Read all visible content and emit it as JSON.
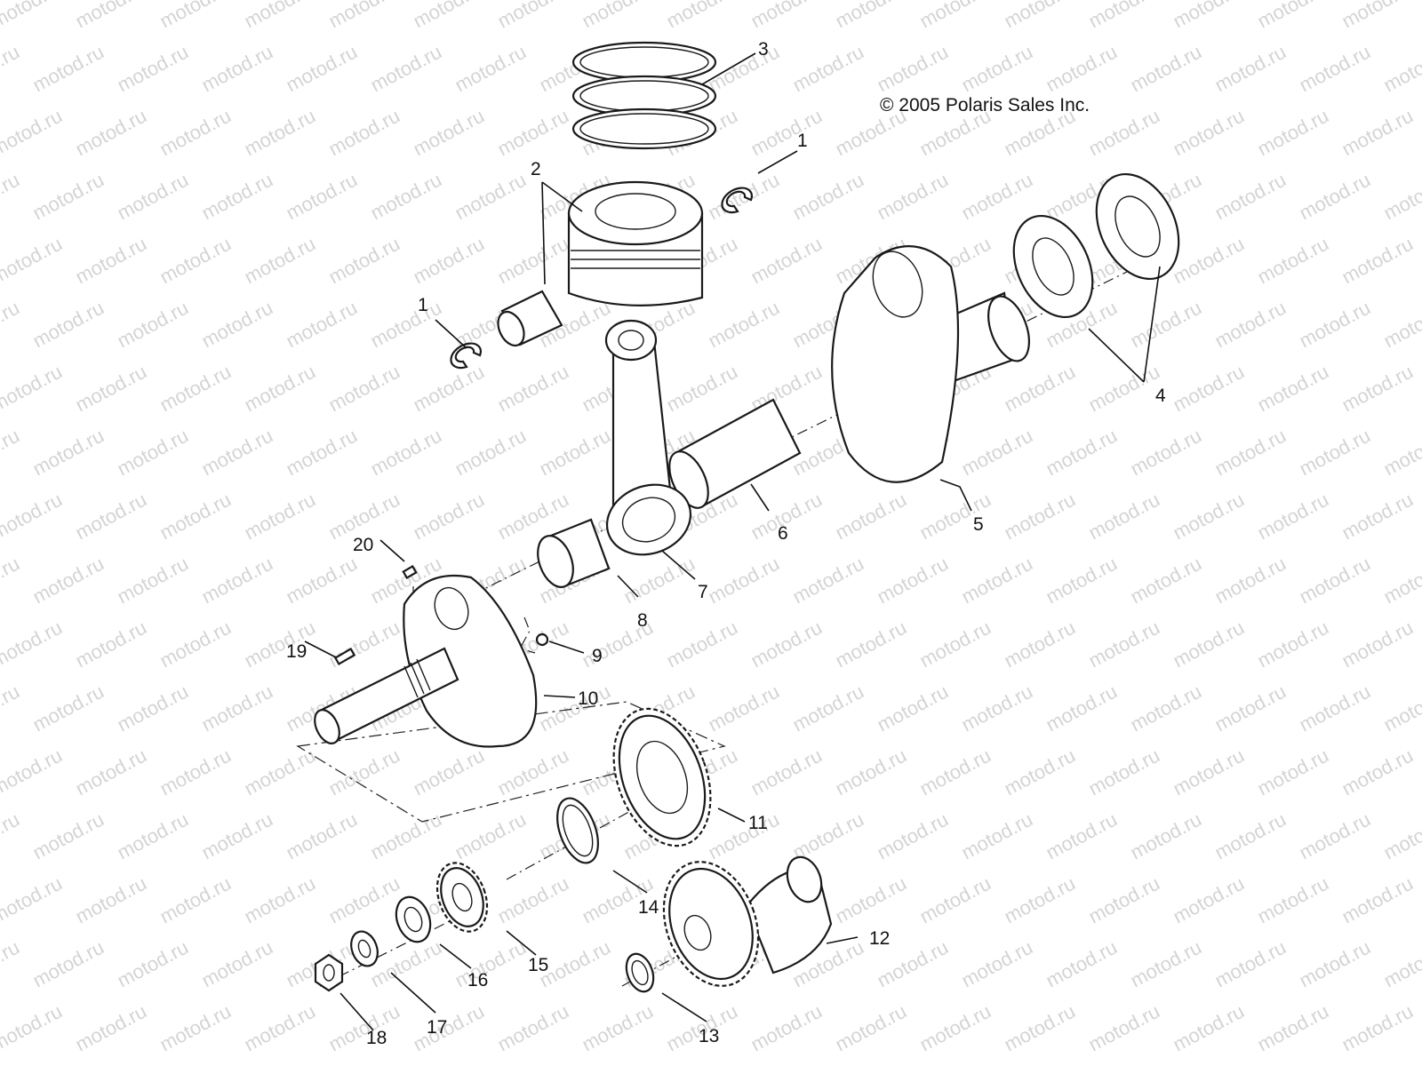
{
  "copyright": "© 2005 Polaris Sales Inc.",
  "watermark": "motod.ru",
  "callouts": [
    "1",
    "1",
    "2",
    "3",
    "4",
    "5",
    "6",
    "7",
    "8",
    "9",
    "10",
    "11",
    "12",
    "13",
    "14",
    "15",
    "16",
    "17",
    "18",
    "19",
    "20"
  ]
}
